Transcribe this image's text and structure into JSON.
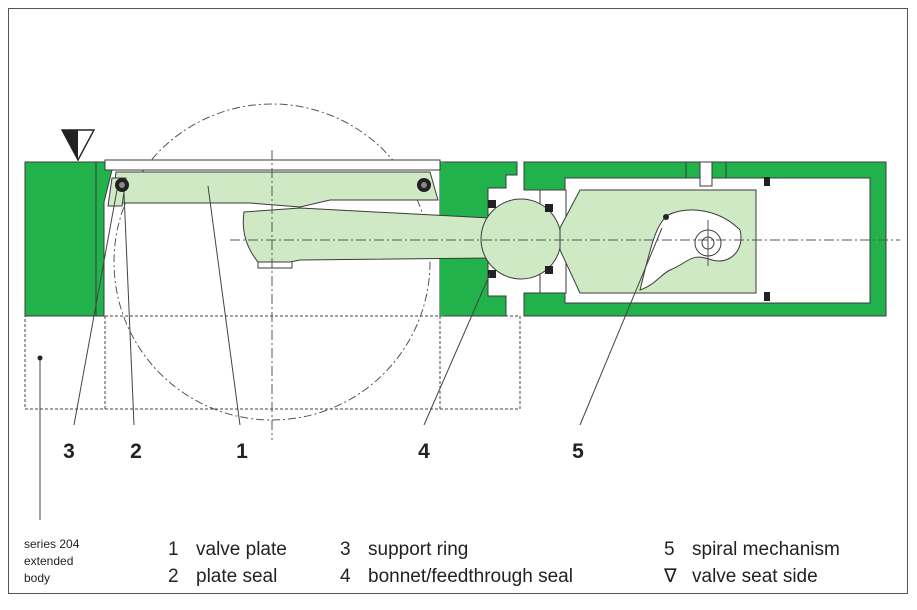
{
  "colors": {
    "body_green": "#21b24b",
    "part_green": "#cfe9c4",
    "outline": "#3b3b3b",
    "background": "#ffffff"
  },
  "callouts": [
    "3",
    "2",
    "1",
    "4",
    "5"
  ],
  "extended_body_note": [
    "series 204",
    "extended",
    "body"
  ],
  "legend": [
    {
      "num": "1",
      "label": "valve plate"
    },
    {
      "num": "2",
      "label": "plate seal"
    },
    {
      "num": "3",
      "label": "support ring"
    },
    {
      "num": "4",
      "label": "bonnet/feedthrough seal"
    },
    {
      "num": "5",
      "label": "spiral mechanism"
    },
    {
      "num": "∇",
      "label": "valve seat side"
    }
  ],
  "valve_seat_icon": "valve-seat-triangle-icon"
}
